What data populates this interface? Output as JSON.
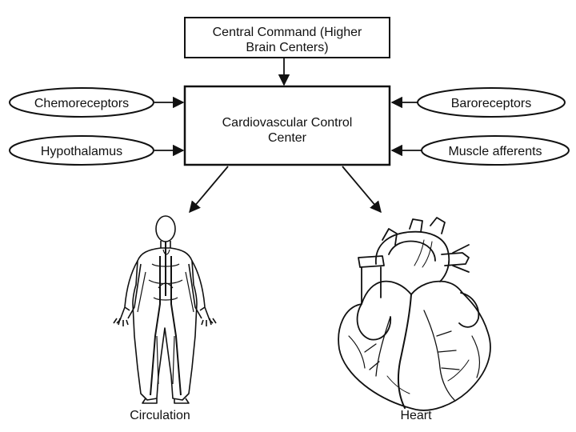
{
  "central_command": {
    "line1": "Central Command (Higher",
    "line2": "Brain Centers)"
  },
  "control_center": {
    "line1": "Cardiovascular Control",
    "line2": "Center"
  },
  "inputs_left": [
    "Chemoreceptors",
    "Hypothalamus"
  ],
  "inputs_right": [
    "Baroreceptors",
    "Muscle afferents"
  ],
  "outputs": {
    "circulation": "Circulation",
    "heart": "Heart"
  }
}
